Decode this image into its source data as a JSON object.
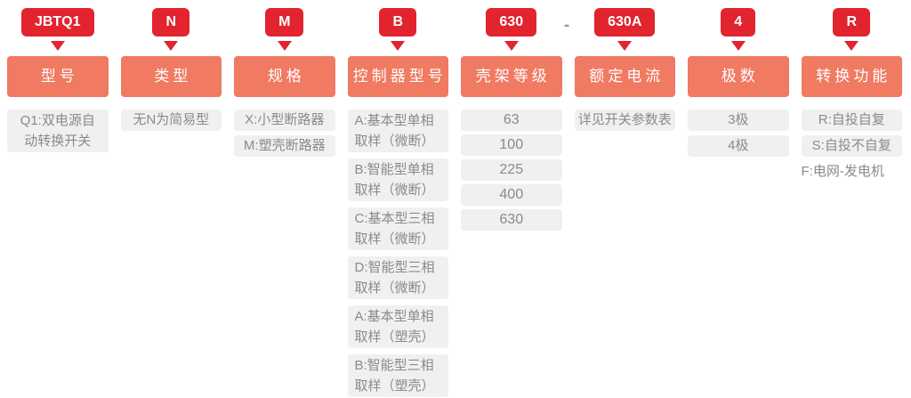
{
  "diagram": {
    "code_separator": "-",
    "colors": {
      "badge_red": "#e2242f",
      "header_salmon": "#f07a62",
      "item_background": "#f0f0f0",
      "item_text": "#8a8a8a",
      "separator_text": "#999999"
    },
    "columns": [
      {
        "code": "JBTQ1",
        "label": "型号",
        "items": [
          "Q1:双电源自\n动转换开关"
        ]
      },
      {
        "code": "N",
        "label": "类型",
        "items": [
          "无N为简易型"
        ]
      },
      {
        "code": "M",
        "label": "规格",
        "items": [
          "X:小型断路器",
          "M:塑壳断路器"
        ]
      },
      {
        "code": "B",
        "label": "控制器型号",
        "items": [
          "A:基本型单相\n取样（微断）",
          "B:智能型单相\n取样（微断）",
          "C:基本型三相\n取样（微断）",
          "D:智能型三相\n取样（微断）",
          "A:基本型单相\n取样（塑壳）",
          "B:智能型三相\n取样（塑壳）"
        ]
      },
      {
        "code": "630",
        "label": "壳架等级",
        "items": [
          "63",
          "100",
          "225",
          "400",
          "630"
        ]
      },
      {
        "code": "630A",
        "label": "额定电流",
        "items": [
          "详见开关参数表"
        ]
      },
      {
        "code": "4",
        "label": "极数",
        "items": [
          "3极",
          "4极"
        ]
      },
      {
        "code": "R",
        "label": "转换功能",
        "items": [
          "R:自投自复",
          "S:自投不自复",
          "F:电网-发电机"
        ]
      }
    ]
  }
}
